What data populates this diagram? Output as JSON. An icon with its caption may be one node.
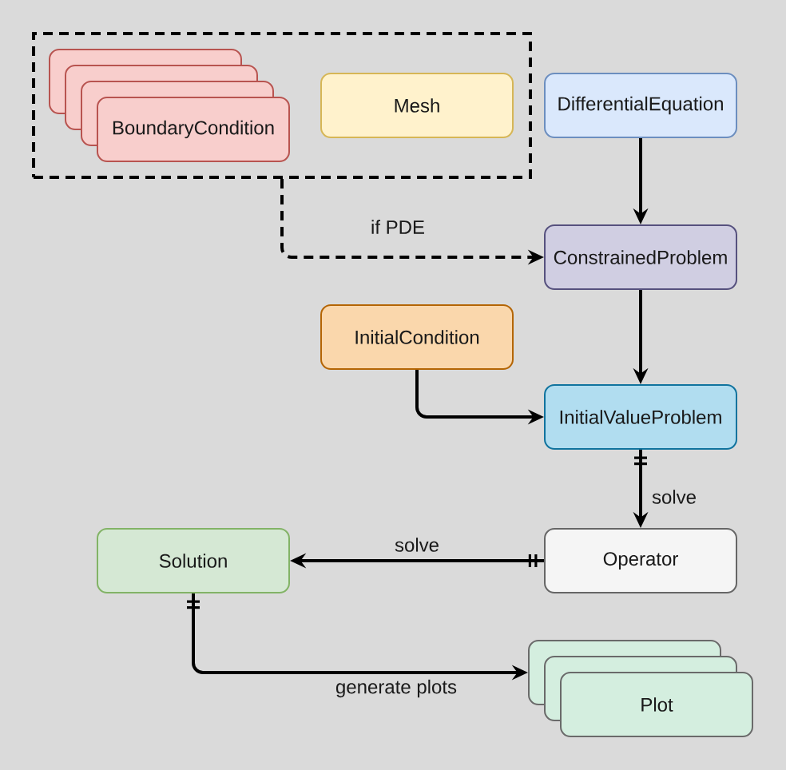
{
  "diagram": {
    "nodes": [
      {
        "text": [],
        "shape": "box"
      },
      {
        "text": [
          "BoundaryCondition"
        ],
        "in": 0
      },
      {
        "text": [
          "Mesh"
        ],
        "in": 0
      },
      {
        "text": [
          "DifferentialEquation"
        ]
      },
      {
        "text": [
          "ConstrainedProblem"
        ]
      },
      {
        "text": [
          "InitialCondition"
        ]
      },
      {
        "text": [
          "InitialValueProblem"
        ]
      },
      {
        "text": [
          "Solution"
        ]
      },
      {
        "text": [
          "Operator"
        ]
      },
      {
        "text": [
          "Plot"
        ]
      }
    ],
    "edges": [
      {
        "from": 3,
        "to": 4,
        "arrow": "to"
      },
      {
        "from": 0,
        "to": 4,
        "arrow": "to",
        "label": "if PDE",
        "style": "dashed"
      },
      {
        "from": 4,
        "to": 6,
        "arrow": "to"
      },
      {
        "from": 5,
        "to": 6,
        "arrow": "to"
      },
      {
        "from": 6,
        "to": 8,
        "arrow": "to",
        "label": "solve"
      },
      {
        "from": 8,
        "to": 7,
        "arrow": "to",
        "label": "solve"
      },
      {
        "from": 7,
        "to": 9,
        "arrow": "to",
        "label": "generate plots"
      }
    ]
  }
}
